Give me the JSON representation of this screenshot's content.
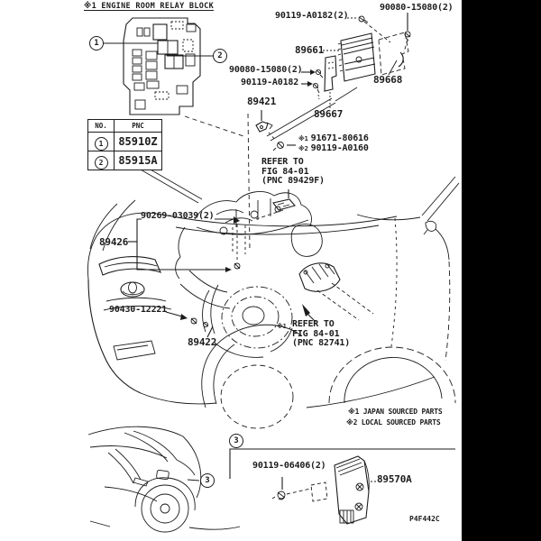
{
  "page": {
    "background": "#ffffff",
    "line_color": "#1c1c1c",
    "drawing_code": "P4F442C"
  },
  "relay_block": {
    "title": "※1 ENGINE ROOM RELAY BLOCK",
    "callout_1": "1",
    "callout_2": "2"
  },
  "relay_table": {
    "header_no": "NO.",
    "header_pnc": "PNC",
    "rows": [
      {
        "no": "1",
        "pnc": "85910Z"
      },
      {
        "no": "2",
        "pnc": "85915A"
      }
    ]
  },
  "parts": {
    "screw_top": "90119-A0182(2)",
    "bolt_top_right": "90080-15080(2)",
    "ecu": "89661",
    "bracket_right": "89668",
    "bolt_left": "90080-15080(2)",
    "screw_left": "90119-A0182",
    "clip": "89421",
    "bracket_mid": "89667",
    "bolt_note_1_prefix": "※1",
    "bolt_note_1": "91671-80616",
    "bolt_note_2_prefix": "※2",
    "bolt_note_2": "90119-A0160",
    "engine_bolt": "90269-03039(2)",
    "wire": "89426",
    "bolt_lower": "90430-12221",
    "sensor": "89422",
    "bolt_bottom": "90119-06406(2)",
    "amplifier": "89570A"
  },
  "notes": {
    "refer_1": {
      "line1": "REFER TO",
      "line2": "FIG 84-01",
      "line3": "(PNC 89429F)"
    },
    "refer_2": {
      "prefix": "※1",
      "line1": "REFER TO",
      "line2": "FIG 84-01",
      "line3": "(PNC 82741)"
    }
  },
  "legend": {
    "line1": "※1 JAPAN SOURCED PARTS",
    "line2": "※2 LOCAL SOURCED PARTS"
  },
  "bottom_section": {
    "callout": "3"
  }
}
